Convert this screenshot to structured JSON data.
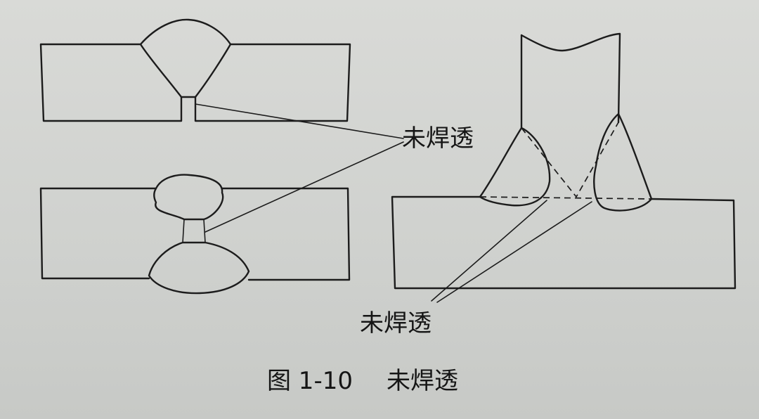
{
  "labels": {
    "incomplete_penetration_upper": "未焊透",
    "incomplete_penetration_lower": "未焊透"
  },
  "caption": {
    "number": "图 1-10",
    "title": "未焊透"
  }
}
